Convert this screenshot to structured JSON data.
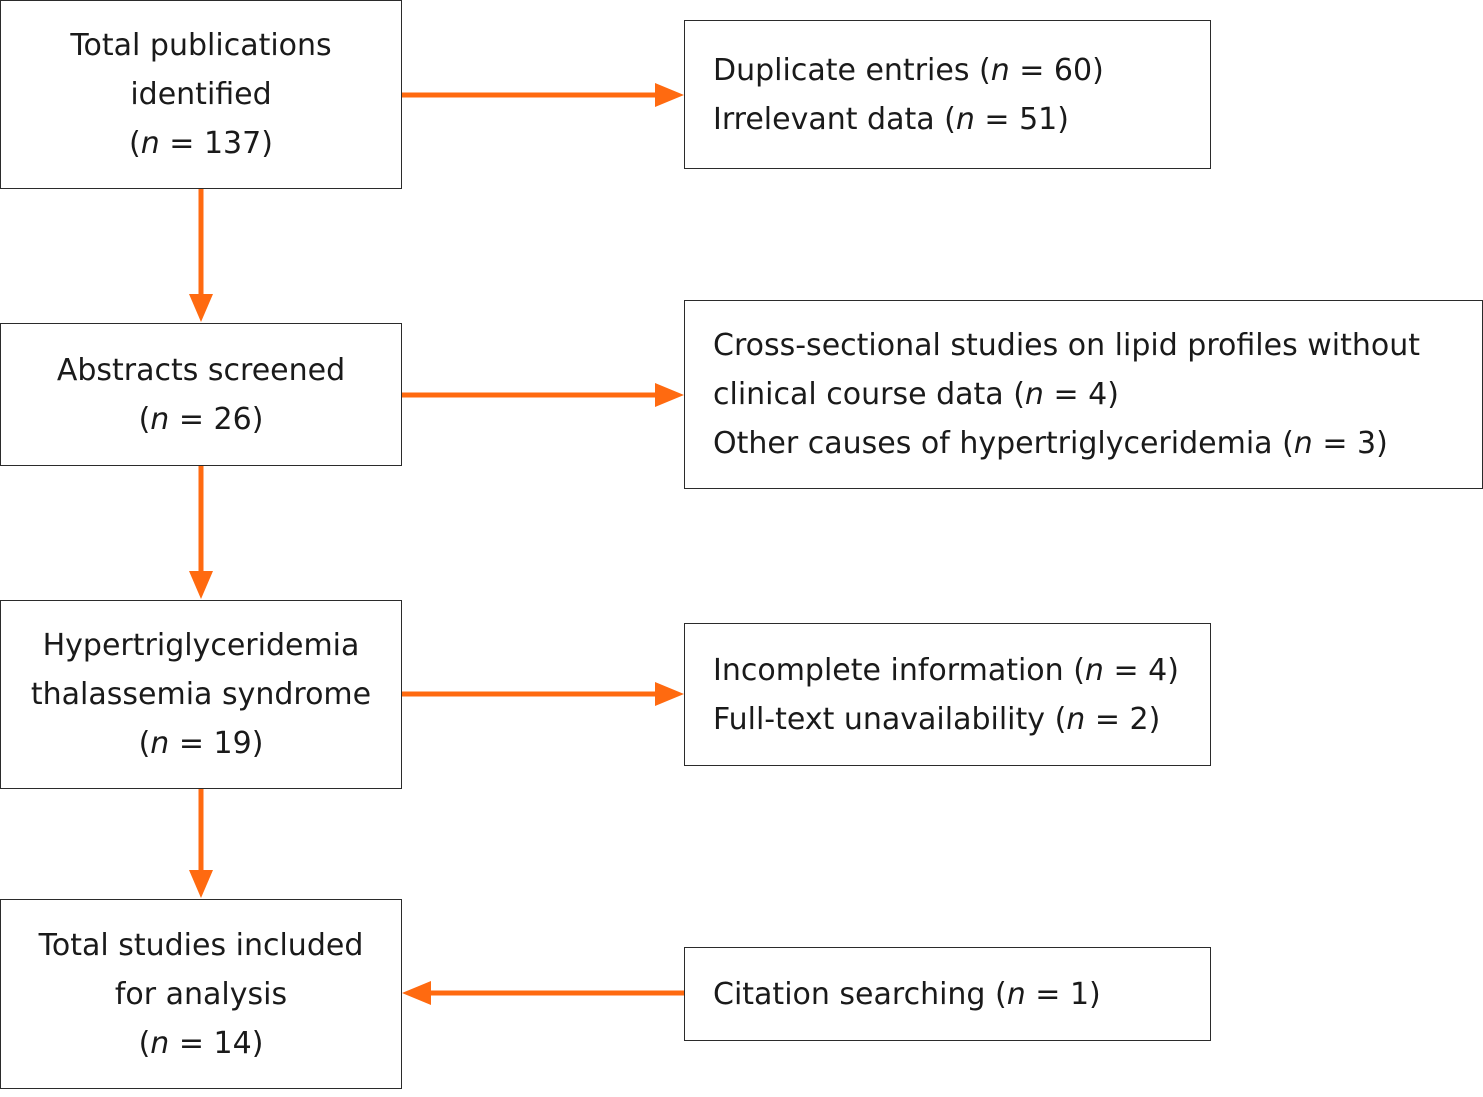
{
  "colors": {
    "arrow": "#ff6a10",
    "border": "#2b2b2b",
    "text": "#1a1a1a"
  },
  "stages": [
    {
      "lines": [
        [
          "Total publications"
        ],
        [
          "identified"
        ],
        [
          "(",
          "n",
          " = 137)"
        ]
      ]
    },
    {
      "lines": [
        [
          "Abstracts screened"
        ],
        [
          "(",
          "n",
          " = 26)"
        ]
      ]
    },
    {
      "lines": [
        [
          "Hypertriglyceridemia"
        ],
        [
          "thalassemia syndrome"
        ],
        [
          "(",
          "n",
          " = 19)"
        ]
      ]
    },
    {
      "lines": [
        [
          "Total studies included"
        ],
        [
          "for analysis"
        ],
        [
          "(",
          "n",
          " = 14)"
        ]
      ]
    }
  ],
  "side_boxes": [
    {
      "lines": [
        [
          "Duplicate entries (",
          "n",
          " = 60)"
        ],
        [
          "Irrelevant data (",
          "n",
          " = 51)"
        ]
      ]
    },
    {
      "lines": [
        [
          "Cross-sectional studies on lipid profiles without"
        ],
        [
          "clinical course data (",
          "n",
          " = 4)"
        ],
        [
          "Other causes of hypertriglyceridemia (",
          "n",
          " = 3)"
        ]
      ]
    },
    {
      "lines": [
        [
          "Incomplete information (",
          "n",
          " = 4)"
        ],
        [
          "Full-text unavailability (",
          "n",
          " = 2)"
        ]
      ]
    },
    {
      "lines": [
        [
          "Citation searching (",
          "n",
          " = 1)"
        ]
      ]
    }
  ]
}
